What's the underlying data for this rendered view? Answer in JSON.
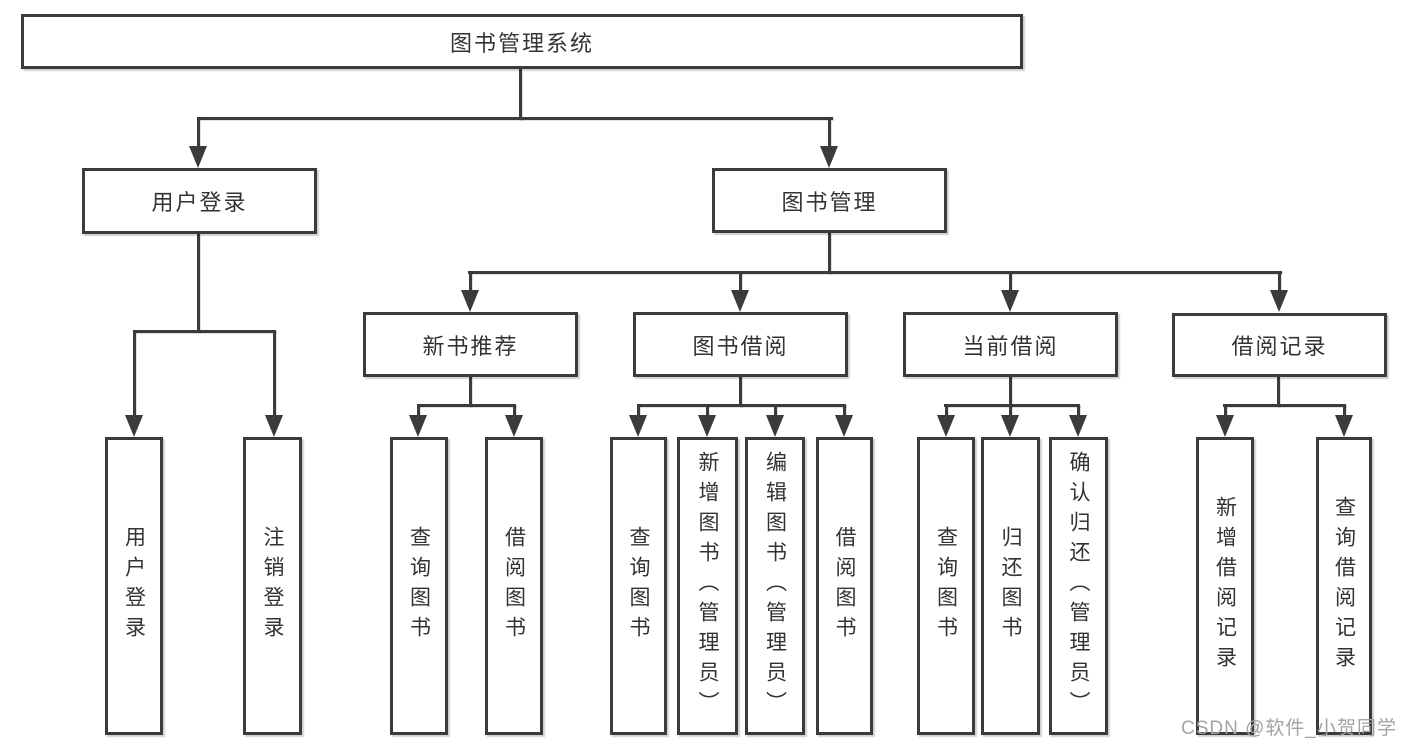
{
  "diagram": {
    "root": {
      "label": "图书管理系统"
    },
    "level2": [
      {
        "label": "用户登录"
      },
      {
        "label": "图书管理"
      }
    ],
    "level3": [
      {
        "label": "新书推荐"
      },
      {
        "label": "图书借阅"
      },
      {
        "label": "当前借阅"
      },
      {
        "label": "借阅记录"
      }
    ],
    "leaves": {
      "login": [
        "用户登录",
        "注销登录"
      ],
      "recommend": [
        "查询图书",
        "借阅图书"
      ],
      "borrow": [
        "查询图书",
        "新增图书（管理员）",
        "编辑图书（管理员）",
        "借阅图书"
      ],
      "current": [
        "查询图书",
        "归还图书",
        "确认归还（管理员）"
      ],
      "records": [
        "新增借阅记录",
        "查询借阅记录"
      ]
    },
    "watermark": "CSDN @软件_小贺同学",
    "colors": {
      "line": "#3b3b3b",
      "text": "#333333",
      "watermark": "#a3a3a3",
      "background": "#ffffff"
    }
  }
}
